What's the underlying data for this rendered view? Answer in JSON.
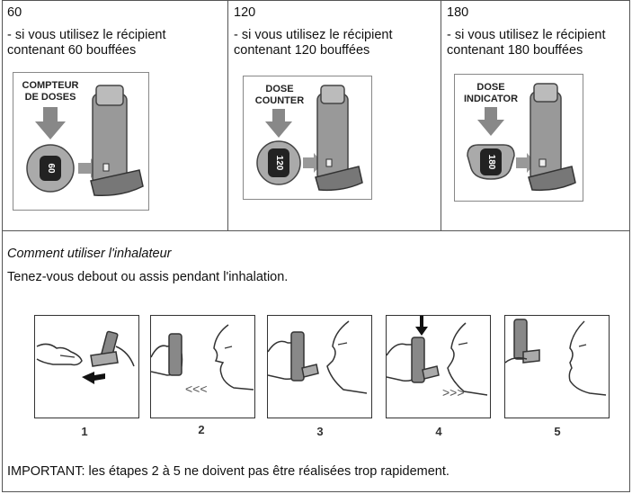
{
  "counters": [
    {
      "number": "60",
      "line1": "- si vous utilisez le récipient",
      "line2": "contenant 60 bouffées",
      "label_line1": "COMPTEUR",
      "label_line2": "DE DOSES",
      "display": "60"
    },
    {
      "number": "120",
      "line1": "- si vous utilisez le récipient",
      "line2": "contenant 120 bouffées",
      "label_line1": "DOSE",
      "label_line2": "COUNTER",
      "display": "120"
    },
    {
      "number": "180",
      "line1": "- si vous utilisez le récipient",
      "line2": "contenant 180 bouffées",
      "label_line1": "DOSE",
      "label_line2": "INDICATOR",
      "display": "180"
    }
  ],
  "howto": {
    "title": "Comment utiliser l'inhalateur",
    "instruction": "Tenez-vous debout ou assis pendant l'inhalation.",
    "steps": [
      "1",
      "2",
      "3",
      "4",
      "5"
    ],
    "important": "IMPORTANT: les étapes 2 à 5 ne doivent pas être réalisées trop rapidement."
  }
}
